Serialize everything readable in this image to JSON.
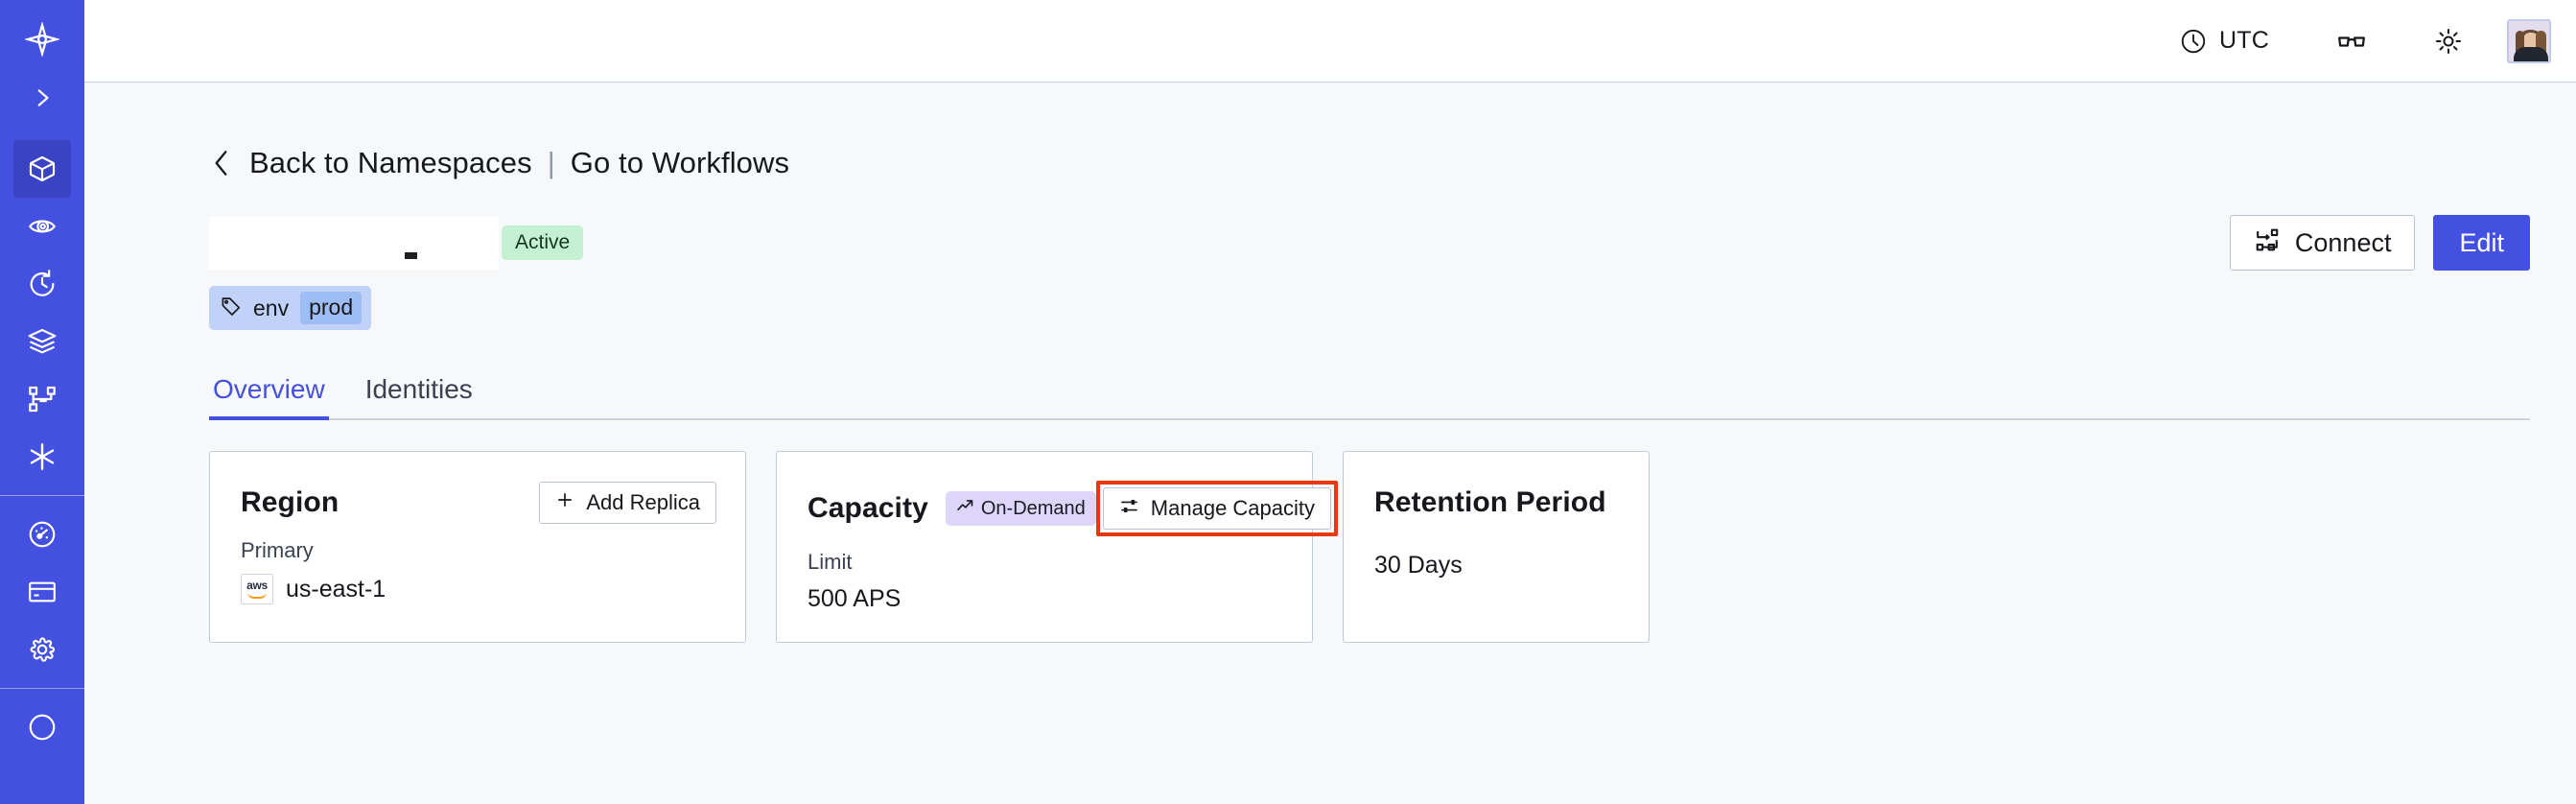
{
  "sidebar": {
    "items": [
      {
        "name": "logo",
        "icon": "temporal-logo-icon",
        "active": false
      },
      {
        "name": "expand",
        "icon": "chevron-right-icon",
        "active": false
      },
      {
        "name": "namespaces",
        "icon": "cube-icon",
        "active": true
      },
      {
        "name": "observability",
        "icon": "eye-icon",
        "active": false
      },
      {
        "name": "schedules",
        "icon": "clock-arrow-icon",
        "active": false
      },
      {
        "name": "layers",
        "icon": "layers-icon",
        "active": false
      },
      {
        "name": "workflows",
        "icon": "sitemap-icon",
        "active": false
      },
      {
        "name": "nexus",
        "icon": "asterisk-icon",
        "active": false
      },
      {
        "name": "usage",
        "icon": "gauge-icon",
        "active": false
      },
      {
        "name": "billing",
        "icon": "credit-card-icon",
        "active": false
      },
      {
        "name": "settings",
        "icon": "gear-icon",
        "active": false
      }
    ]
  },
  "topbar": {
    "timezone_label": "UTC",
    "timezone_icon": "clock-icon",
    "accessibility_icon": "glasses-icon",
    "theme_icon": "sun-icon",
    "avatar_icon": "user-avatar"
  },
  "breadcrumb": {
    "back_icon": "chevron-left-icon",
    "back_label": "Back to Namespaces",
    "separator": "|",
    "forward_label": "Go to Workflows"
  },
  "header": {
    "namespace_title": "",
    "status_badge": "Active",
    "connect_label": "Connect",
    "connect_icon": "connect-icon",
    "edit_label": "Edit",
    "tag": {
      "icon": "tag-icon",
      "key": "env",
      "value": "prod"
    }
  },
  "tabs": [
    {
      "label": "Overview",
      "active": true
    },
    {
      "label": "Identities",
      "active": false
    }
  ],
  "cards": {
    "region": {
      "title": "Region",
      "action_label": "Add Replica",
      "action_icon": "plus-icon",
      "sub_label": "Primary",
      "provider_icon": "aws-logo",
      "value": "us-east-1"
    },
    "capacity": {
      "title": "Capacity",
      "badge_label": "On-Demand",
      "badge_icon": "trend-up-icon",
      "action_label": "Manage Capacity",
      "action_icon": "sliders-icon",
      "action_highlighted": true,
      "sub_label": "Limit",
      "value": "500 APS"
    },
    "retention": {
      "title": "Retention Period",
      "value": "30 Days"
    }
  },
  "colors": {
    "brand": "#4450e0",
    "sidebar_active": "#3a43c4",
    "page_bg": "#f7f8fa",
    "card_border": "#c0cade",
    "status_active_bg": "#c6f0d2",
    "badge_ondemand_bg": "#ddd6f8",
    "tag_bg": "#c0d2f7",
    "tag_value_bg": "#9fbdf5",
    "highlight_outline": "#e8380d"
  }
}
